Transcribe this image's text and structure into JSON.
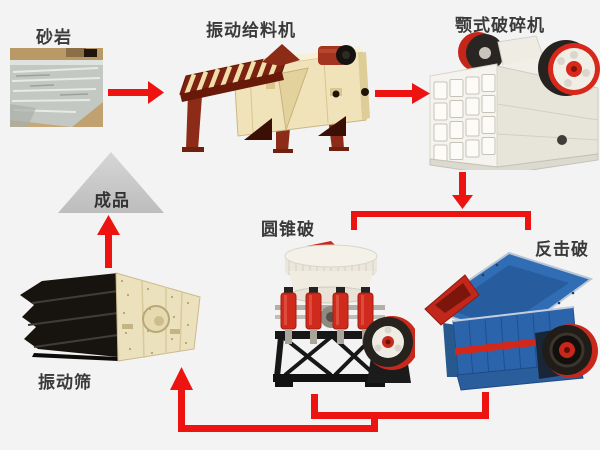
{
  "page": {
    "background_color": "#f3f3f3",
    "accent_red": "#ec1310",
    "triangle_fill": "#c9c9c9"
  },
  "nodes": {
    "sandstone": {
      "label": "砂岩",
      "illustration": "sandstone-rock-photo"
    },
    "vibrating_feeder": {
      "label": "振动给料机",
      "illustration": "vibrating-feeder-machine"
    },
    "jaw_crusher": {
      "label": "颚式破碎机",
      "illustration": "jaw-crusher-machine"
    },
    "cone_crusher": {
      "label": "圆锥破",
      "illustration": "cone-crusher-machine"
    },
    "impact_crusher": {
      "label": "反击破",
      "illustration": "impact-crusher-machine"
    },
    "vibrating_screen": {
      "label": "振动筛",
      "illustration": "vibrating-screen-machine"
    },
    "finished_product": {
      "label": "成品",
      "illustration": "gray-triangle"
    }
  },
  "flow": [
    {
      "from": "sandstone",
      "to": "vibrating_feeder"
    },
    {
      "from": "vibrating_feeder",
      "to": "jaw_crusher"
    },
    {
      "from": "jaw_crusher",
      "to": "cone_crusher"
    },
    {
      "from": "jaw_crusher",
      "to": "impact_crusher"
    },
    {
      "from": "cone_crusher",
      "to": "vibrating_screen"
    },
    {
      "from": "impact_crusher",
      "to": "vibrating_screen"
    },
    {
      "from": "vibrating_screen",
      "to": "finished_product"
    }
  ]
}
